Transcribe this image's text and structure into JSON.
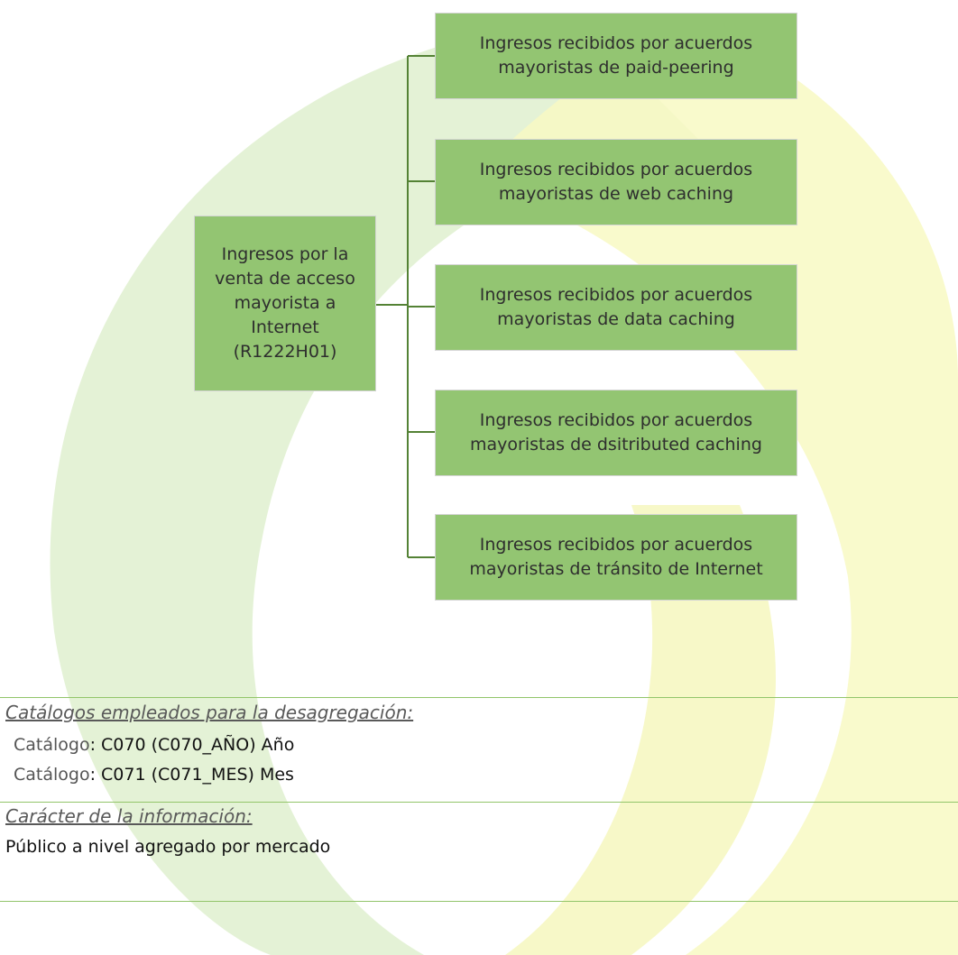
{
  "colors": {
    "box_fill": "#93c572",
    "connector": "#548235",
    "rule": "#92c56a",
    "watermark_green": "#d9edc5",
    "watermark_yellow": "#f6f8b0"
  },
  "diagram": {
    "root": {
      "lines": [
        "Ingresos por la",
        "venta de acceso",
        "mayorista a",
        "Internet",
        "(R1222H01)"
      ]
    },
    "children": [
      {
        "lines": [
          "Ingresos recibidos por acuerdos",
          "mayoristas de paid-peering"
        ]
      },
      {
        "lines": [
          "Ingresos recibidos por acuerdos",
          "mayoristas de web caching"
        ]
      },
      {
        "lines": [
          "Ingresos recibidos por acuerdos",
          "mayoristas de data caching"
        ]
      },
      {
        "lines": [
          "Ingresos recibidos por acuerdos",
          "mayoristas de dsitributed caching"
        ]
      },
      {
        "lines": [
          "Ingresos recibidos por acuerdos",
          "mayoristas de tránsito de Internet"
        ]
      }
    ]
  },
  "catalogs": {
    "title": "Catálogos empleados para la desagregación:",
    "items": [
      {
        "label": "Catálogo",
        "value": ": C070 (C070_AÑO) Año"
      },
      {
        "label": "Catálogo",
        "value": ": C071 (C071_MES) Mes"
      }
    ]
  },
  "character": {
    "title": "Carácter de la información:",
    "value": "Público a nivel agregado por mercado"
  }
}
